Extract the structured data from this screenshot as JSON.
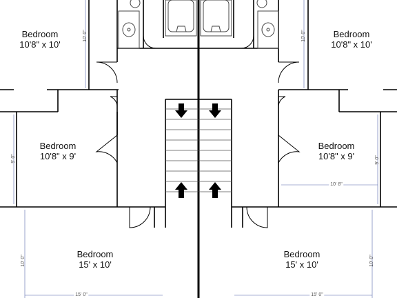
{
  "colors": {
    "wall": "#000000",
    "fixture": "#444444",
    "dimension": "#5566aa",
    "background": "#ffffff"
  },
  "rooms": {
    "top_left": {
      "name": "Bedroom",
      "size": "10'8\" x 10'"
    },
    "top_right": {
      "name": "Bedroom",
      "size": "10'8\" x 10'"
    },
    "mid_left": {
      "name": "Bedroom",
      "size": "10'8\" x 9'"
    },
    "mid_right": {
      "name": "Bedroom",
      "size": "10'8\" x 9'"
    },
    "bottom_left": {
      "name": "Bedroom",
      "size": "15' x 10'"
    },
    "bottom_right": {
      "name": "Bedroom",
      "size": "15' x 10'"
    }
  },
  "dimensions": {
    "top_left_v": "10' 0\"",
    "top_right_v": "10' 0\"",
    "mid_left_v": "9' 0\"",
    "mid_right_v": "9' 0\"",
    "mid_right_h": "10' 8\"",
    "bottom_left_v": "10' 0\"",
    "bottom_right_v": "10' 0\"",
    "bottom_left_h": "15' 0\"",
    "bottom_right_h": "15' 0\""
  },
  "stair_arrows": {
    "down": "down-arrow-icon",
    "up": "up-arrow-icon"
  }
}
